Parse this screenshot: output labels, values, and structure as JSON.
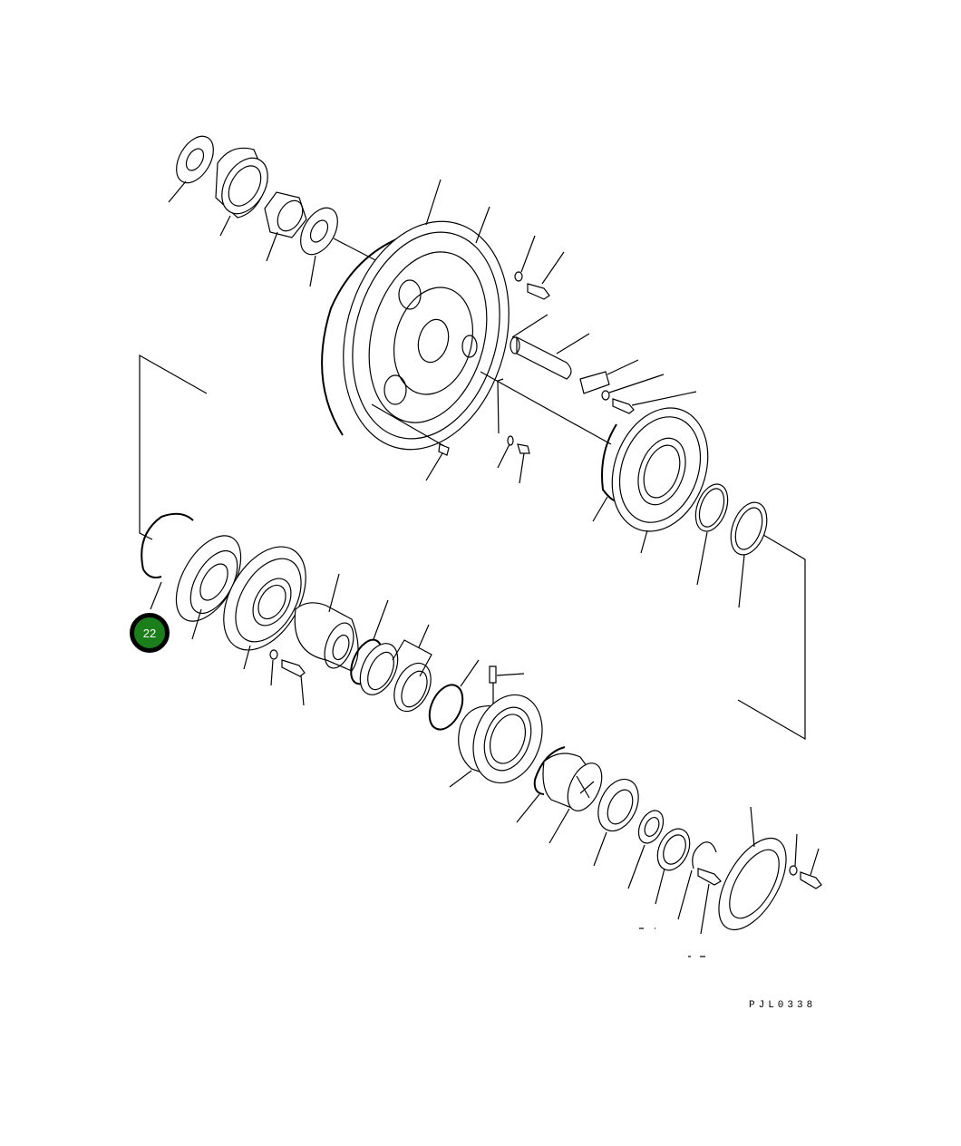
{
  "diagram": {
    "type": "exploded-parts-view",
    "subject": "final drive / sprocket hub assembly",
    "background_color": "#ffffff",
    "line_color": "#000000"
  },
  "callouts": [
    {
      "number": "22",
      "color": "#1a7f1a",
      "border_color": "#000000",
      "text_color": "#ffffff",
      "target": "o-ring (left of lower assembly)"
    }
  ],
  "drawing_code": "PJL0338"
}
